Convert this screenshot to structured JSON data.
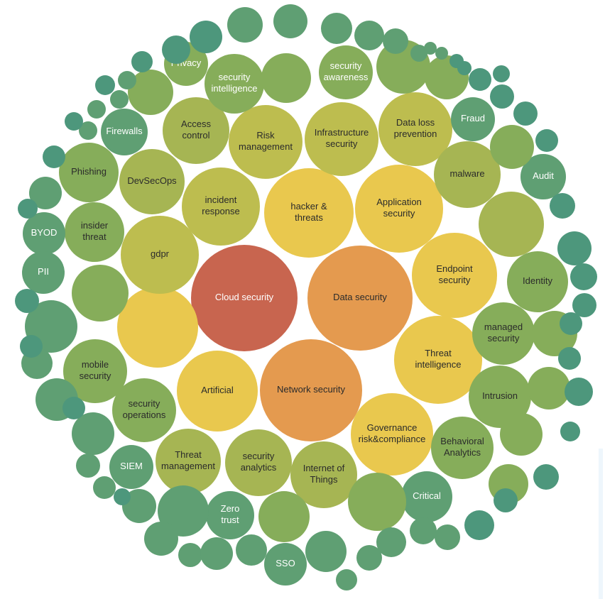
{
  "palette": {
    "red": "#c8654f",
    "orange": "#e49a4f",
    "gold": "#e9c84e",
    "yellowgreen": "#bdbd4f",
    "olive": "#a6b553",
    "green": "#86ad5a",
    "teal": "#5f9f73",
    "seagreen": "#4d977c",
    "light_text": "#ffffff",
    "dark_text": "#2b2b2b"
  },
  "bubbles": [
    {
      "label": "Cloud security",
      "color": "red",
      "text": "light"
    },
    {
      "label": "Data security",
      "color": "orange",
      "text": "dark"
    },
    {
      "label": "Network security",
      "color": "orange",
      "text": "dark"
    },
    {
      "label": "hacker & threats",
      "color": "gold",
      "text": "dark"
    },
    {
      "label": "Application security",
      "color": "gold",
      "text": "dark"
    },
    {
      "label": "Endpoint security",
      "color": "gold",
      "text": "dark"
    },
    {
      "label": "Threat intelligence",
      "color": "gold",
      "text": "dark"
    },
    {
      "label": "Governance risk&compliance",
      "color": "gold",
      "text": "dark"
    },
    {
      "label": "Artificial",
      "color": "gold",
      "text": "dark"
    },
    {
      "label": "",
      "color": "gold",
      "text": "dark"
    },
    {
      "label": "gdpr",
      "color": "yellowgreen",
      "text": "dark"
    },
    {
      "label": "incident response",
      "color": "yellowgreen",
      "text": "dark"
    },
    {
      "label": "Risk management",
      "color": "yellowgreen",
      "text": "dark"
    },
    {
      "label": "Infrastructure security",
      "color": "yellowgreen",
      "text": "dark"
    },
    {
      "label": "Data loss prevention",
      "color": "yellowgreen",
      "text": "dark"
    },
    {
      "label": "Access control",
      "color": "olive",
      "text": "dark"
    },
    {
      "label": "DevSecOps",
      "color": "olive",
      "text": "dark"
    },
    {
      "label": "malware",
      "color": "olive",
      "text": "dark"
    },
    {
      "label": "",
      "color": "olive",
      "text": "dark"
    },
    {
      "label": "Identity",
      "color": "green",
      "text": "dark"
    },
    {
      "label": "managed security",
      "color": "green",
      "text": "dark"
    },
    {
      "label": "Intrusion",
      "color": "green",
      "text": "dark"
    },
    {
      "label": "Behavioral Analytics",
      "color": "green",
      "text": "dark"
    },
    {
      "label": "Internet of Things",
      "color": "olive",
      "text": "dark"
    },
    {
      "label": "security analytics",
      "color": "olive",
      "text": "dark"
    },
    {
      "label": "Threat management",
      "color": "olive",
      "text": "dark"
    },
    {
      "label": "security operations",
      "color": "green",
      "text": "dark"
    },
    {
      "label": "mobile security",
      "color": "green",
      "text": "dark"
    },
    {
      "label": "insider threat",
      "color": "green",
      "text": "dark"
    },
    {
      "label": "Phishing",
      "color": "green",
      "text": "dark"
    },
    {
      "label": "security intelligence",
      "color": "green",
      "text": "light"
    },
    {
      "label": "security awareness",
      "color": "green",
      "text": "light"
    },
    {
      "label": "Privacy",
      "color": "green",
      "text": "light"
    },
    {
      "label": "Firewalls",
      "color": "teal",
      "text": "light"
    },
    {
      "label": "Fraud",
      "color": "teal",
      "text": "light"
    },
    {
      "label": "Audit",
      "color": "teal",
      "text": "light"
    },
    {
      "label": "Critical",
      "color": "teal",
      "text": "light"
    },
    {
      "label": "Zero trust",
      "color": "teal",
      "text": "light"
    },
    {
      "label": "SIEM",
      "color": "teal",
      "text": "light"
    },
    {
      "label": "SSO",
      "color": "teal",
      "text": "light"
    },
    {
      "label": "BYOD",
      "color": "teal",
      "text": "light"
    },
    {
      "label": "PII",
      "color": "teal",
      "text": "light"
    },
    {
      "label": "",
      "color": "green",
      "text": "dark"
    },
    {
      "label": "",
      "color": "green",
      "text": "dark"
    },
    {
      "label": "",
      "color": "green",
      "text": "dark"
    },
    {
      "label": "",
      "color": "green",
      "text": "dark"
    },
    {
      "label": "",
      "color": "green",
      "text": "dark"
    },
    {
      "label": "",
      "color": "green",
      "text": "dark"
    },
    {
      "label": "",
      "color": "green",
      "text": "dark"
    },
    {
      "label": "",
      "color": "green",
      "text": "dark"
    },
    {
      "label": "",
      "color": "green",
      "text": "dark"
    },
    {
      "label": "",
      "color": "green",
      "text": "dark"
    },
    {
      "label": "",
      "color": "green",
      "text": "dark"
    },
    {
      "label": "",
      "color": "green",
      "text": "dark"
    },
    {
      "label": "",
      "color": "teal",
      "text": "dark"
    },
    {
      "label": "",
      "color": "teal",
      "text": "dark"
    },
    {
      "label": "",
      "color": "teal",
      "text": "dark"
    },
    {
      "label": "",
      "color": "teal",
      "text": "dark"
    },
    {
      "label": "",
      "color": "teal",
      "text": "dark"
    },
    {
      "label": "",
      "color": "teal",
      "text": "dark"
    },
    {
      "label": "",
      "color": "teal",
      "text": "dark"
    },
    {
      "label": "",
      "color": "teal",
      "text": "dark"
    },
    {
      "label": "",
      "color": "teal",
      "text": "dark"
    },
    {
      "label": "",
      "color": "teal",
      "text": "dark"
    },
    {
      "label": "",
      "color": "teal",
      "text": "dark"
    },
    {
      "label": "",
      "color": "teal",
      "text": "dark"
    },
    {
      "label": "",
      "color": "teal",
      "text": "dark"
    },
    {
      "label": "",
      "color": "teal",
      "text": "dark"
    },
    {
      "label": "",
      "color": "teal",
      "text": "dark"
    },
    {
      "label": "",
      "color": "teal",
      "text": "dark"
    },
    {
      "label": "",
      "color": "teal",
      "text": "dark"
    },
    {
      "label": "",
      "color": "teal",
      "text": "dark"
    },
    {
      "label": "",
      "color": "teal",
      "text": "dark"
    },
    {
      "label": "",
      "color": "teal",
      "text": "dark"
    },
    {
      "label": "",
      "color": "teal",
      "text": "dark"
    },
    {
      "label": "",
      "color": "teal",
      "text": "dark"
    },
    {
      "label": "",
      "color": "teal",
      "text": "dark"
    },
    {
      "label": "",
      "color": "teal",
      "text": "dark"
    },
    {
      "label": "",
      "color": "teal",
      "text": "dark"
    },
    {
      "label": "",
      "color": "teal",
      "text": "dark"
    },
    {
      "label": "",
      "color": "teal",
      "text": "dark"
    },
    {
      "label": "",
      "color": "teal",
      "text": "dark"
    },
    {
      "label": "",
      "color": "teal",
      "text": "dark"
    },
    {
      "label": "",
      "color": "teal",
      "text": "dark"
    },
    {
      "label": "",
      "color": "teal",
      "text": "dark"
    },
    {
      "label": "",
      "color": "seagreen",
      "text": "dark"
    },
    {
      "label": "",
      "color": "seagreen",
      "text": "dark"
    },
    {
      "label": "",
      "color": "seagreen",
      "text": "dark"
    },
    {
      "label": "",
      "color": "seagreen",
      "text": "dark"
    },
    {
      "label": "",
      "color": "seagreen",
      "text": "dark"
    },
    {
      "label": "",
      "color": "seagreen",
      "text": "dark"
    },
    {
      "label": "",
      "color": "seagreen",
      "text": "dark"
    },
    {
      "label": "",
      "color": "seagreen",
      "text": "dark"
    },
    {
      "label": "",
      "color": "seagreen",
      "text": "dark"
    },
    {
      "label": "",
      "color": "seagreen",
      "text": "dark"
    },
    {
      "label": "",
      "color": "seagreen",
      "text": "dark"
    },
    {
      "label": "",
      "color": "seagreen",
      "text": "dark"
    },
    {
      "label": "",
      "color": "seagreen",
      "text": "dark"
    },
    {
      "label": "",
      "color": "seagreen",
      "text": "dark"
    },
    {
      "label": "",
      "color": "seagreen",
      "text": "dark"
    },
    {
      "label": "",
      "color": "seagreen",
      "text": "dark"
    },
    {
      "label": "",
      "color": "seagreen",
      "text": "dark"
    },
    {
      "label": "",
      "color": "seagreen",
      "text": "dark"
    },
    {
      "label": "",
      "color": "seagreen",
      "text": "dark"
    },
    {
      "label": "",
      "color": "seagreen",
      "text": "dark"
    },
    {
      "label": "",
      "color": "seagreen",
      "text": "dark"
    },
    {
      "label": "",
      "color": "seagreen",
      "text": "dark"
    },
    {
      "label": "",
      "color": "seagreen",
      "text": "dark"
    },
    {
      "label": "",
      "color": "seagreen",
      "text": "dark"
    },
    {
      "label": "",
      "color": "seagreen",
      "text": "dark"
    },
    {
      "label": "",
      "color": "seagreen",
      "text": "dark"
    },
    {
      "label": "",
      "color": "seagreen",
      "text": "dark"
    },
    {
      "label": "",
      "color": "seagreen",
      "text": "dark"
    },
    {
      "label": "",
      "color": "seagreen",
      "text": "dark"
    },
    {
      "label": "",
      "color": "seagreen",
      "text": "dark"
    }
  ]
}
